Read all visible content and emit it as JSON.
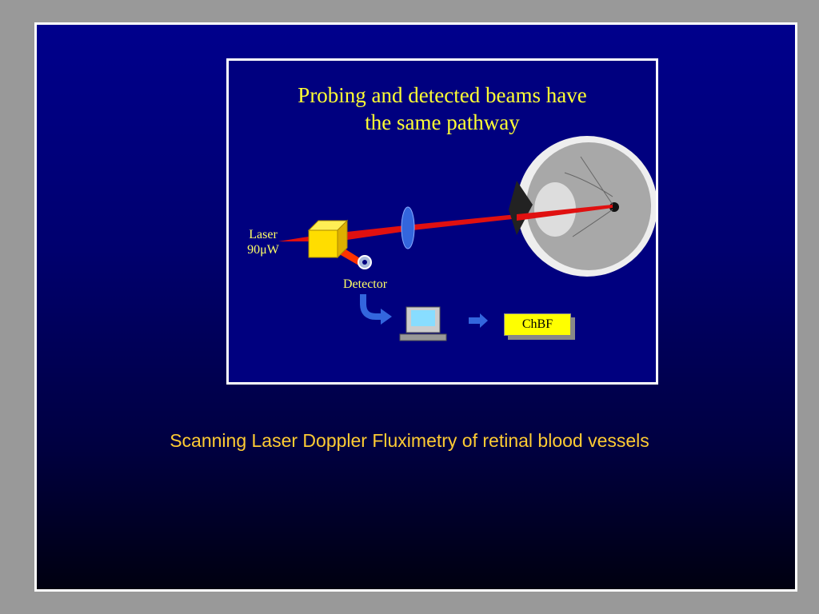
{
  "slide": {
    "caption": "Scanning Laser Doppler Fluximetry of retinal blood vessels",
    "colors": {
      "page_background": "#999999",
      "slide_border": "#ffffff",
      "slide_gradient_top": "#00008c",
      "slide_gradient_bottom": "#000010",
      "caption_color": "#ffcc33"
    }
  },
  "figure": {
    "title_line1": "Probing and detected beams have",
    "title_line2": "the same pathway",
    "laser_label_line1": "Laser",
    "laser_label_line2": "90μW",
    "detector_label": "Detector",
    "output_label": "ChBF",
    "icons": [
      "laser-source-cube-icon",
      "lens-icon",
      "eye-cross-section-icon",
      "detector-icon",
      "curved-arrow-icon",
      "computer-icon",
      "right-arrow-icon"
    ],
    "colors": {
      "background": "#00007f",
      "title_color": "#ffff33",
      "beam_color": "#e01010",
      "cube_color": "#ffdd00",
      "output_box": "#ffff00"
    }
  }
}
